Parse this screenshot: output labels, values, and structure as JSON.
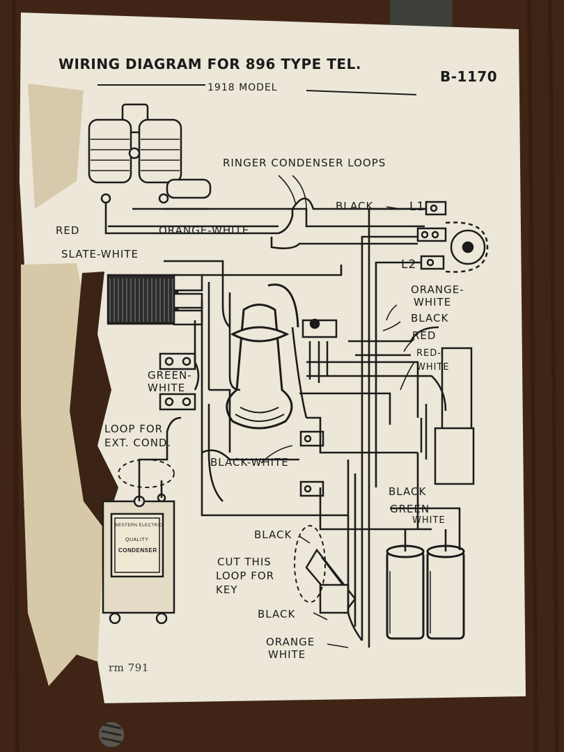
{
  "header": {
    "title": "WIRING DIAGRAM FOR 896 TYPE TEL.",
    "model": "1918 MODEL",
    "code": "B-1170"
  },
  "labels": {
    "ringer_condenser_loops": "RINGER CONDENSER LOOPS",
    "black_top": "BLACK",
    "l1": "L1",
    "l2": "L2",
    "red_left": "RED",
    "orange_white_top": "ORANGE-WHITE",
    "slate_white": "SLATE-WHITE",
    "orange": "ORANGE-",
    "white_1": "WHITE",
    "black_right": "BLACK",
    "red_right": "RED",
    "red_white_1": "RED-",
    "red_white_2": "WHITE",
    "green": "GREEN-",
    "green_white": "WHITE",
    "loop_for_1": "LOOP FOR",
    "loop_for_2": "EXT. COND.",
    "black_white": "BLACK-WHITE",
    "black_mid_right": "BLACK",
    "green_white_right_1": "GREEN",
    "green_white_right_2": "WHITE",
    "black_bottom_1": "BLACK",
    "cut_loop_1": "CUT THIS",
    "cut_loop_2": "LOOP FOR",
    "cut_loop_3": "KEY",
    "black_bottom_2": "BLACK",
    "orange_bottom_1": "ORANGE",
    "orange_bottom_2": "WHITE",
    "form_number": "rm 791"
  },
  "condenser_label": {
    "line1": "WESTERN ELECTRIC",
    "line2": "QUALITY",
    "line3": "CONDENSER"
  },
  "colors": {
    "wood": "#3a2416",
    "paper": "#ece7d8",
    "ink": "#1b1b1b"
  }
}
